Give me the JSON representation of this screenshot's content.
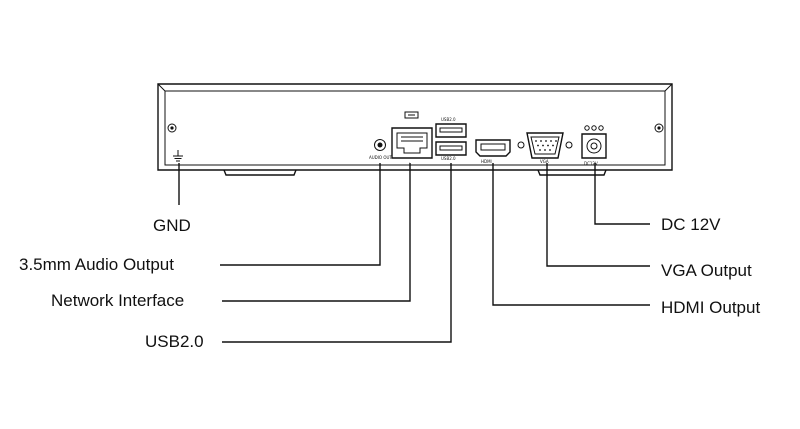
{
  "labels": {
    "gnd": "GND",
    "audio": "3.5mm Audio Output",
    "network": "Network Interface",
    "usb": "USB2.0",
    "dc": "DC 12V",
    "vga": "VGA Output",
    "hdmi": "HDMI Output"
  },
  "panel_marks": {
    "audio_out": "AUDIO OUT",
    "usb_top": "USB2.0",
    "usb_bottom": "USB2.0",
    "hdmi": "HDMI",
    "vga": "VGA",
    "dc": "DC12V"
  }
}
